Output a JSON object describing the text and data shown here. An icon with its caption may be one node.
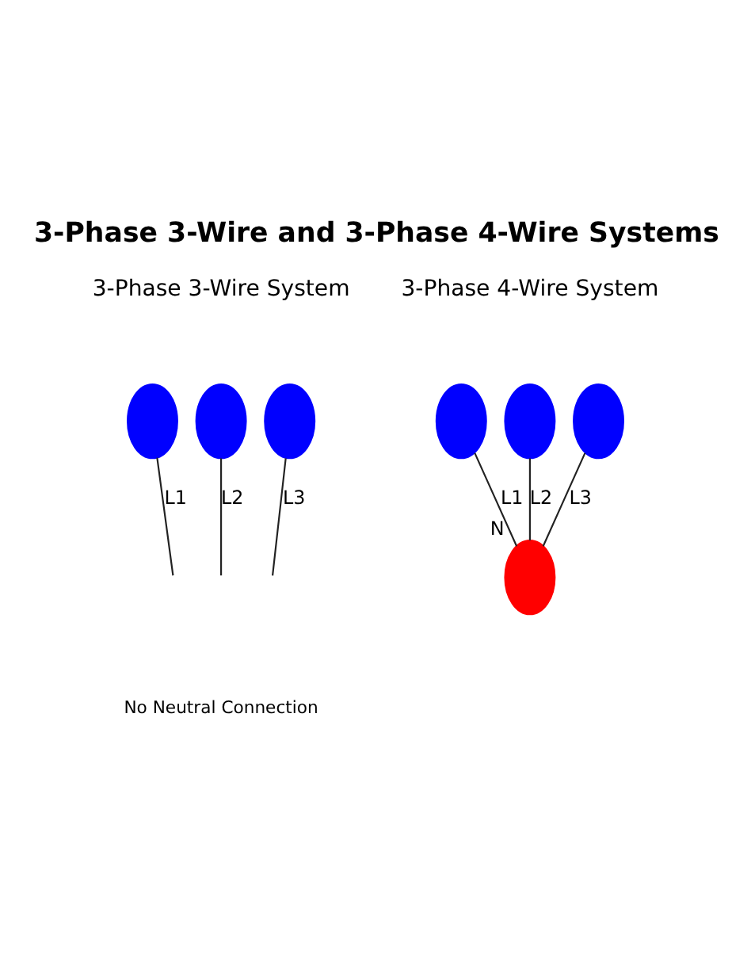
{
  "diagram": {
    "title": "3-Phase 3-Wire and 3-Phase 4-Wire Systems",
    "nodes": [
      {
        "text": [],
        "shape": "ellipse"
      },
      {
        "text": [],
        "shape": "ellipse"
      },
      {
        "text": [],
        "shape": "ellipse"
      },
      {
        "text": [],
        "shape": "ellipse"
      },
      {
        "text": [],
        "shape": "ellipse"
      },
      {
        "text": [],
        "shape": "ellipse"
      },
      {
        "text": [],
        "shape": "ellipse",
        "beside": [
          "N"
        ]
      }
    ],
    "edges": [
      {
        "from": 0,
        "to": null,
        "arrow": "none",
        "label": "L1"
      },
      {
        "from": 1,
        "to": null,
        "arrow": "none",
        "label": "L2"
      },
      {
        "from": 2,
        "to": null,
        "arrow": "none",
        "label": "L3"
      },
      {
        "from": 3,
        "to": 6,
        "arrow": "none",
        "label": "L1"
      },
      {
        "from": 4,
        "to": 6,
        "arrow": "none",
        "label": "L2"
      },
      {
        "from": 5,
        "to": 6,
        "arrow": "none",
        "label": "L3"
      }
    ],
    "labels": [
      "3-Phase 3-Wire System",
      "3-Phase 4-Wire System",
      "No Neutral Connection"
    ]
  }
}
